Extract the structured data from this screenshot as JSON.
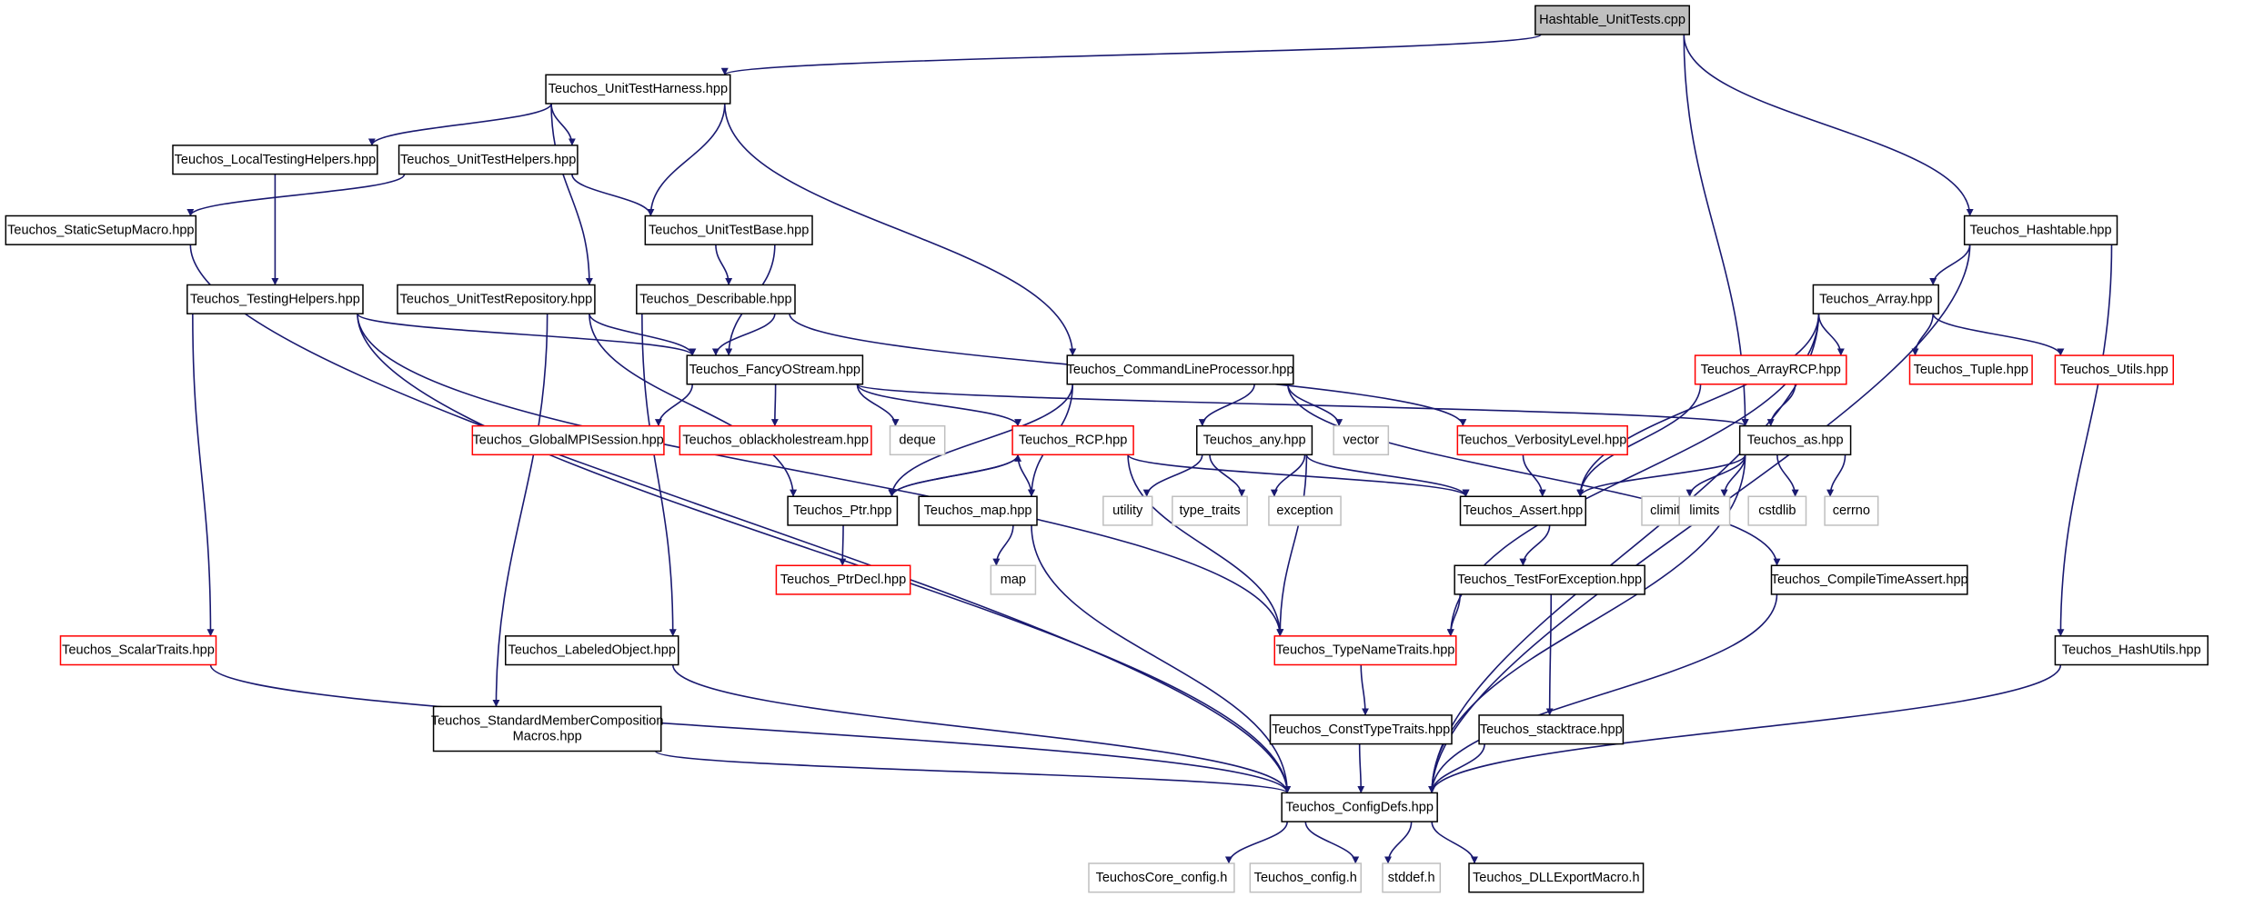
{
  "colors": {
    "edge": "#191970",
    "border_normal": "#000000",
    "border_truncated": "#ff0000",
    "border_system": "#bfbfbf",
    "root_fill": "#bfbfbf",
    "node_fill": "#ffffff",
    "text": "#000000"
  },
  "nodes": [
    {
      "id": "root",
      "lines": [
        "Hashtable_UnitTests.cpp"
      ],
      "kind": "root"
    },
    {
      "id": "unittestharness",
      "lines": [
        "Teuchos_UnitTestHarness.hpp"
      ],
      "kind": "normal"
    },
    {
      "id": "localtesting",
      "lines": [
        "Teuchos_LocalTestingHelpers.hpp"
      ],
      "kind": "normal"
    },
    {
      "id": "unittesthelpers",
      "lines": [
        "Teuchos_UnitTestHelpers.hpp"
      ],
      "kind": "normal"
    },
    {
      "id": "staticsetup",
      "lines": [
        "Teuchos_StaticSetupMacro.hpp"
      ],
      "kind": "normal"
    },
    {
      "id": "unittestbase",
      "lines": [
        "Teuchos_UnitTestBase.hpp"
      ],
      "kind": "normal"
    },
    {
      "id": "hashtable",
      "lines": [
        "Teuchos_Hashtable.hpp"
      ],
      "kind": "normal"
    },
    {
      "id": "testinghelpers",
      "lines": [
        "Teuchos_TestingHelpers.hpp"
      ],
      "kind": "normal"
    },
    {
      "id": "unittestrepo",
      "lines": [
        "Teuchos_UnitTestRepository.hpp"
      ],
      "kind": "normal"
    },
    {
      "id": "describable",
      "lines": [
        "Teuchos_Describable.hpp"
      ],
      "kind": "normal"
    },
    {
      "id": "array",
      "lines": [
        "Teuchos_Array.hpp"
      ],
      "kind": "normal"
    },
    {
      "id": "fancyostream",
      "lines": [
        "Teuchos_FancyOStream.hpp"
      ],
      "kind": "normal"
    },
    {
      "id": "cmdline",
      "lines": [
        "Teuchos_CommandLineProcessor.hpp"
      ],
      "kind": "normal"
    },
    {
      "id": "arrayrcp",
      "lines": [
        "Teuchos_ArrayRCP.hpp"
      ],
      "kind": "truncated"
    },
    {
      "id": "tuple",
      "lines": [
        "Teuchos_Tuple.hpp"
      ],
      "kind": "truncated"
    },
    {
      "id": "utils",
      "lines": [
        "Teuchos_Utils.hpp"
      ],
      "kind": "truncated"
    },
    {
      "id": "globalmpi",
      "lines": [
        "Teuchos_GlobalMPISession.hpp"
      ],
      "kind": "truncated"
    },
    {
      "id": "oblackhole",
      "lines": [
        "Teuchos_oblackholestream.hpp"
      ],
      "kind": "truncated"
    },
    {
      "id": "deque",
      "lines": [
        "deque"
      ],
      "kind": "system"
    },
    {
      "id": "rcp",
      "lines": [
        "Teuchos_RCP.hpp"
      ],
      "kind": "truncated"
    },
    {
      "id": "any",
      "lines": [
        "Teuchos_any.hpp"
      ],
      "kind": "normal"
    },
    {
      "id": "vector",
      "lines": [
        "vector"
      ],
      "kind": "system"
    },
    {
      "id": "verbosity",
      "lines": [
        "Teuchos_VerbosityLevel.hpp"
      ],
      "kind": "truncated"
    },
    {
      "id": "as",
      "lines": [
        "Teuchos_as.hpp"
      ],
      "kind": "normal"
    },
    {
      "id": "ptr",
      "lines": [
        "Teuchos_Ptr.hpp"
      ],
      "kind": "normal"
    },
    {
      "id": "map_h",
      "lines": [
        "Teuchos_map.hpp"
      ],
      "kind": "normal"
    },
    {
      "id": "utility",
      "lines": [
        "utility"
      ],
      "kind": "system"
    },
    {
      "id": "typetraits",
      "lines": [
        "type_traits"
      ],
      "kind": "system"
    },
    {
      "id": "exception",
      "lines": [
        "exception"
      ],
      "kind": "system"
    },
    {
      "id": "assert",
      "lines": [
        "Teuchos_Assert.hpp"
      ],
      "kind": "normal"
    },
    {
      "id": "climits",
      "lines": [
        "climits"
      ],
      "kind": "system"
    },
    {
      "id": "limits",
      "lines": [
        "limits"
      ],
      "kind": "system"
    },
    {
      "id": "cstdlib",
      "lines": [
        "cstdlib"
      ],
      "kind": "system"
    },
    {
      "id": "cerrno",
      "lines": [
        "cerrno"
      ],
      "kind": "system"
    },
    {
      "id": "map",
      "lines": [
        "map"
      ],
      "kind": "system"
    },
    {
      "id": "ptrdecl",
      "lines": [
        "Teuchos_PtrDecl.hpp"
      ],
      "kind": "truncated"
    },
    {
      "id": "testforexc",
      "lines": [
        "Teuchos_TestForException.hpp"
      ],
      "kind": "normal"
    },
    {
      "id": "compiletime",
      "lines": [
        "Teuchos_CompileTimeAssert.hpp"
      ],
      "kind": "normal"
    },
    {
      "id": "scalartraits",
      "lines": [
        "Teuchos_ScalarTraits.hpp"
      ],
      "kind": "truncated"
    },
    {
      "id": "labeled",
      "lines": [
        "Teuchos_LabeledObject.hpp"
      ],
      "kind": "normal"
    },
    {
      "id": "typename",
      "lines": [
        "Teuchos_TypeNameTraits.hpp"
      ],
      "kind": "truncated"
    },
    {
      "id": "hashutils",
      "lines": [
        "Teuchos_HashUtils.hpp"
      ],
      "kind": "normal"
    },
    {
      "id": "stdmember",
      "lines": [
        "Teuchos_StandardMemberComposition",
        "Macros.hpp"
      ],
      "kind": "normal"
    },
    {
      "id": "consttype",
      "lines": [
        "Teuchos_ConstTypeTraits.hpp"
      ],
      "kind": "normal"
    },
    {
      "id": "stacktrace",
      "lines": [
        "Teuchos_stacktrace.hpp"
      ],
      "kind": "normal"
    },
    {
      "id": "configdefs",
      "lines": [
        "Teuchos_ConfigDefs.hpp"
      ],
      "kind": "normal"
    },
    {
      "id": "corecfg",
      "lines": [
        "TeuchosCore_config.h"
      ],
      "kind": "system"
    },
    {
      "id": "teuchoscfg",
      "lines": [
        "Teuchos_config.h"
      ],
      "kind": "system"
    },
    {
      "id": "stddef",
      "lines": [
        "stddef.h"
      ],
      "kind": "system"
    },
    {
      "id": "dllexport",
      "lines": [
        "Teuchos_DLLExportMacro.h"
      ],
      "kind": "normal"
    }
  ],
  "edges": [
    [
      "root",
      "unittestharness"
    ],
    [
      "root",
      "hashtable"
    ],
    [
      "root",
      "as"
    ],
    [
      "unittestharness",
      "localtesting"
    ],
    [
      "unittestharness",
      "unittesthelpers"
    ],
    [
      "unittestharness",
      "unittestbase"
    ],
    [
      "unittestharness",
      "unittestrepo"
    ],
    [
      "unittestharness",
      "cmdline"
    ],
    [
      "localtesting",
      "testinghelpers"
    ],
    [
      "unittesthelpers",
      "staticsetup"
    ],
    [
      "unittesthelpers",
      "unittestbase"
    ],
    [
      "staticsetup",
      "configdefs"
    ],
    [
      "unittestbase",
      "describable"
    ],
    [
      "unittestbase",
      "fancyostream"
    ],
    [
      "hashtable",
      "array"
    ],
    [
      "hashtable",
      "hashutils"
    ],
    [
      "hashtable",
      "configdefs"
    ],
    [
      "testinghelpers",
      "fancyostream"
    ],
    [
      "testinghelpers",
      "scalartraits"
    ],
    [
      "testinghelpers",
      "typename"
    ],
    [
      "testinghelpers",
      "configdefs"
    ],
    [
      "unittestrepo",
      "fancyostream"
    ],
    [
      "unittestrepo",
      "ptr"
    ],
    [
      "unittestrepo",
      "stdmember"
    ],
    [
      "describable",
      "fancyostream"
    ],
    [
      "describable",
      "verbosity"
    ],
    [
      "describable",
      "labeled"
    ],
    [
      "array",
      "arrayrcp"
    ],
    [
      "array",
      "tuple"
    ],
    [
      "array",
      "utils"
    ],
    [
      "array",
      "assert"
    ],
    [
      "array",
      "typename"
    ],
    [
      "array",
      "configdefs"
    ],
    [
      "fancyostream",
      "globalmpi"
    ],
    [
      "fancyostream",
      "oblackhole"
    ],
    [
      "fancyostream",
      "deque"
    ],
    [
      "fancyostream",
      "rcp"
    ],
    [
      "fancyostream",
      "as"
    ],
    [
      "cmdline",
      "ptr"
    ],
    [
      "cmdline",
      "map_h"
    ],
    [
      "cmdline",
      "any"
    ],
    [
      "cmdline",
      "vector"
    ],
    [
      "cmdline",
      "compiletime"
    ],
    [
      "arrayrcp",
      "as"
    ],
    [
      "arrayrcp",
      "assert"
    ],
    [
      "rcp",
      "ptr"
    ],
    [
      "rcp",
      "map_h"
    ],
    [
      "rcp",
      "assert"
    ],
    [
      "rcp",
      "typename"
    ],
    [
      "any",
      "utility"
    ],
    [
      "any",
      "typetraits"
    ],
    [
      "any",
      "exception"
    ],
    [
      "any",
      "assert"
    ],
    [
      "any",
      "typename"
    ],
    [
      "verbosity",
      "assert"
    ],
    [
      "as",
      "assert"
    ],
    [
      "as",
      "climits"
    ],
    [
      "as",
      "limits"
    ],
    [
      "as",
      "cstdlib"
    ],
    [
      "as",
      "cerrno"
    ],
    [
      "as",
      "configdefs"
    ],
    [
      "ptr",
      "rcp"
    ],
    [
      "ptr",
      "ptrdecl"
    ],
    [
      "map_h",
      "map"
    ],
    [
      "map_h",
      "configdefs"
    ],
    [
      "assert",
      "testforexc"
    ],
    [
      "testforexc",
      "typename"
    ],
    [
      "testforexc",
      "stacktrace"
    ],
    [
      "compiletime",
      "configdefs"
    ],
    [
      "scalartraits",
      "configdefs"
    ],
    [
      "labeled",
      "configdefs"
    ],
    [
      "typename",
      "consttype"
    ],
    [
      "hashutils",
      "configdefs"
    ],
    [
      "stdmember",
      "configdefs"
    ],
    [
      "consttype",
      "configdefs"
    ],
    [
      "stacktrace",
      "configdefs"
    ],
    [
      "configdefs",
      "corecfg"
    ],
    [
      "configdefs",
      "teuchoscfg"
    ],
    [
      "configdefs",
      "stddef"
    ],
    [
      "configdefs",
      "dllexport"
    ]
  ]
}
